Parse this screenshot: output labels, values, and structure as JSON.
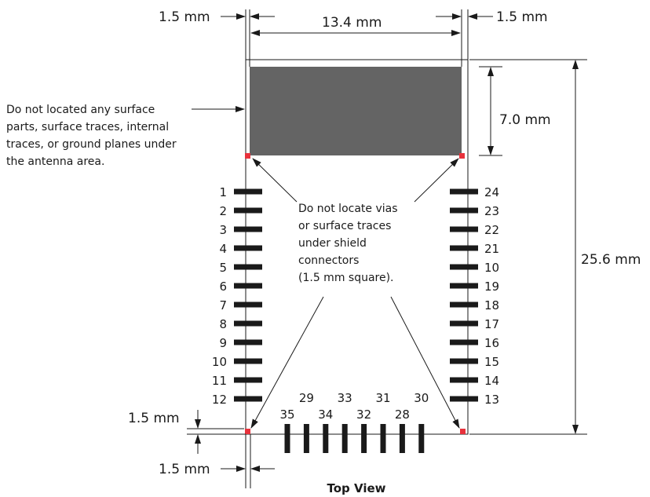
{
  "dimensions": {
    "top_left_margin": "1.5 mm",
    "top_width": "13.4 mm",
    "top_right_margin": "1.5 mm",
    "antenna_height": "7.0 mm",
    "total_height": "25.6 mm",
    "bottom_vertical_margin": "1.5 mm",
    "bottom_horizontal_margin": "1.5 mm"
  },
  "notes": {
    "antenna": [
      "Do not located any surface",
      "parts, surface traces, internal",
      "traces, or ground planes under",
      "the antenna area."
    ],
    "shield": [
      "Do not locate vias",
      "or surface traces",
      "under shield",
      "connectors",
      "(1.5 mm square)."
    ]
  },
  "pins": {
    "left": [
      "1",
      "2",
      "3",
      "4",
      "5",
      "6",
      "7",
      "8",
      "9",
      "10",
      "11",
      "12"
    ],
    "right": [
      "24",
      "23",
      "22",
      "21",
      "10",
      "19",
      "18",
      "17",
      "16",
      "15",
      "14",
      "13"
    ],
    "bottom_upper": [
      "29",
      "33",
      "31",
      "30"
    ],
    "bottom_lower": [
      "35",
      "34",
      "32",
      "28"
    ]
  },
  "view_label": "Top View",
  "colors": {
    "antenna": "#646464",
    "shield_pad": "#e8323c",
    "pad": "#1a1a1a"
  }
}
